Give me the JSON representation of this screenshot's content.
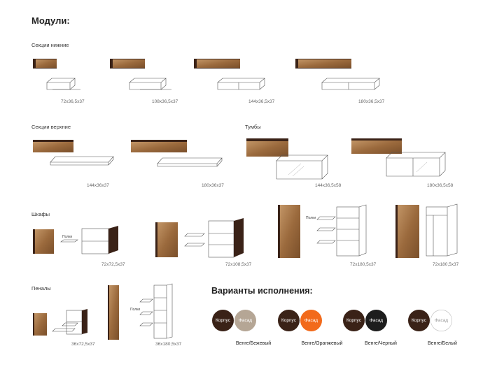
{
  "title": "Модули:",
  "sections": {
    "lower": "Секции нижние",
    "upper": "Секции верхние",
    "tumby": "Тумбы",
    "shkafy": "Шкафы",
    "penaly": "Пеналы"
  },
  "shelf_tag": "Полки",
  "dimensions": {
    "lower": [
      "72x36,5x37",
      "108x36,5x37",
      "144x36,5x37",
      "180x36,5x37"
    ],
    "upper": [
      "144x36x37",
      "180x36x37"
    ],
    "tumby": [
      "144x36,5x58",
      "180x36,5x58"
    ],
    "shkafy": [
      "72x72,5x37",
      "72x108,5x37",
      "72x180,5x37",
      "72x180,5x37"
    ],
    "penaly": [
      "36x72,5x37",
      "36x180,5x37"
    ]
  },
  "variants_title": "Варианты исполнения:",
  "variants": [
    {
      "body_label": "Корпус",
      "facade_label": "Фасад",
      "name": "Венге/Бежевый",
      "body_color": "#3a2217",
      "facade_color": "#b5a695",
      "facade_text_color": "#ffffff"
    },
    {
      "body_label": "Корпус",
      "facade_label": "Фасад",
      "name": "Венге/Оранжевый",
      "body_color": "#3a2217",
      "facade_color": "#f26a1b",
      "facade_text_color": "#ffffff"
    },
    {
      "body_label": "Корпус",
      "facade_label": "Фасад",
      "name": "Венге/Черный",
      "body_color": "#3a2217",
      "facade_color": "#1d1d1d",
      "facade_text_color": "#ffffff"
    },
    {
      "body_label": "Корпус",
      "facade_label": "Фасад",
      "name": "Венге/Белый",
      "body_color": "#3a2217",
      "facade_color": "#ffffff",
      "facade_text_color": "#999999"
    }
  ],
  "colors": {
    "wenge": "#3a2217",
    "gloss": "#a87a4c",
    "line": "#555555"
  }
}
